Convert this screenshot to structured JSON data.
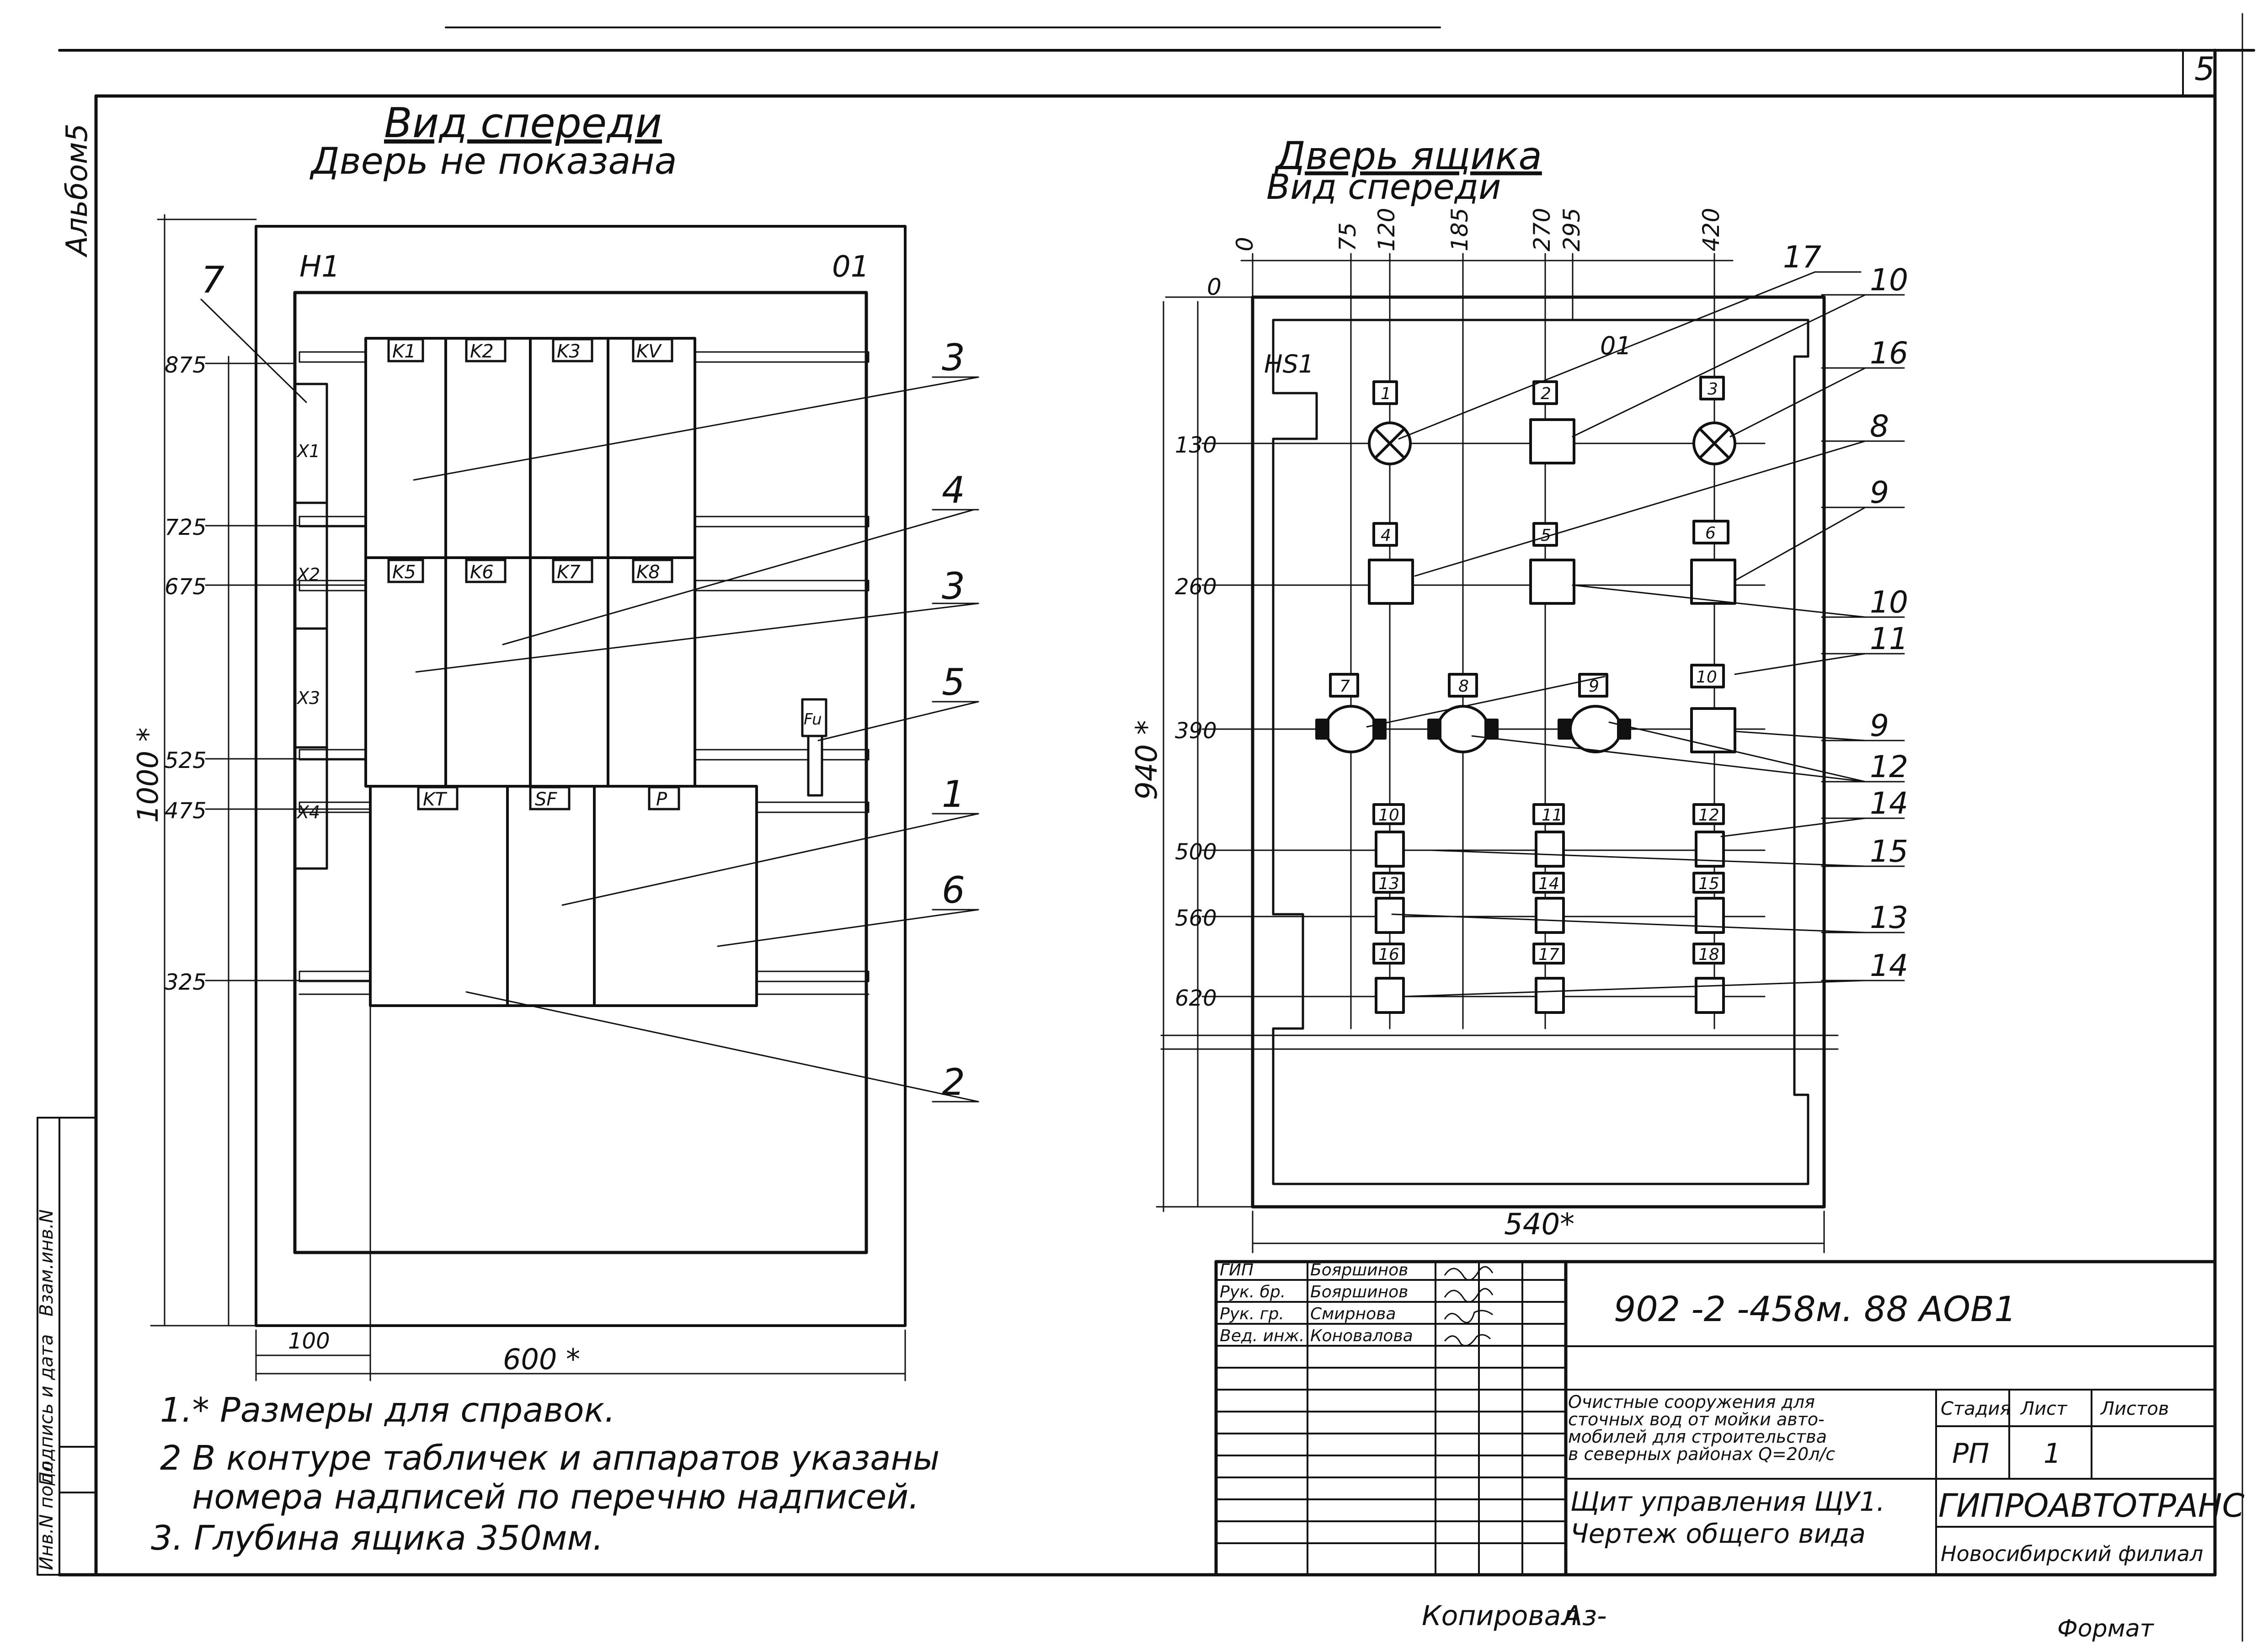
{
  "page_number": "5",
  "album_label": "Альбом5",
  "front_view": {
    "title": "Вид спереди",
    "subtitle": "Дверь не показана",
    "panel_tag_left": "H1",
    "panel_tag_right": "01",
    "callouts": [
      "7",
      "3",
      "4",
      "3",
      "5",
      "1",
      "6",
      "2"
    ],
    "relays": [
      "K1",
      "K2",
      "K3",
      "KV",
      "K5",
      "K6",
      "K7",
      "K8"
    ],
    "apparatus": [
      "KT",
      "SF",
      "P"
    ],
    "fuse": "Fu",
    "terminals": [
      "X1",
      "X2",
      "X3",
      "X4"
    ],
    "left_dims": [
      "875",
      "725",
      "675",
      "525",
      "475",
      "325"
    ],
    "height_dim": "1000 *",
    "bottom_dim_small": "100",
    "bottom_dim_total": "600 *"
  },
  "door_view": {
    "title": "Дверь ящика",
    "subtitle": "Вид спереди",
    "panel_tag": "HS1",
    "panel_tag2": "01",
    "top_dims": [
      "0",
      "75",
      "120",
      "185",
      "270",
      "295",
      "420"
    ],
    "origin_y": "0",
    "left_dims": [
      "130",
      "260",
      "390",
      "500",
      "560",
      "620"
    ],
    "height_dim": "940 *",
    "width_dim": "540*",
    "row1_labels": [
      "1",
      "2",
      "3"
    ],
    "row2_labels": [
      "4",
      "5",
      "6"
    ],
    "row3_labels": [
      "7",
      "8",
      "9",
      "10"
    ],
    "row4_labels": [
      "10",
      "11",
      "12"
    ],
    "row5_labels": [
      "13",
      "14",
      "15"
    ],
    "row6_labels": [
      "16",
      "17",
      "18"
    ],
    "callouts_right": [
      "17",
      "10",
      "16",
      "8",
      "9",
      "10",
      "11",
      "9",
      "12",
      "14",
      "15",
      "13",
      "14"
    ]
  },
  "notes": [
    "1.* Размеры для справок.",
    "2 В контуре табличек и аппаратов указаны",
    "номера надписей по перечню надписей.",
    "3. Глубина ящика   350мм."
  ],
  "side_stamp": [
    "Инв.N подл",
    "Подпись и дата",
    "Взам.инв.N"
  ],
  "title_block": {
    "roles": [
      "ГИП",
      "Рук. бр.",
      "Рук. гр.",
      "Вед. инж."
    ],
    "names": [
      "Бояршинов",
      "Бояршинов",
      "Смирнова",
      "Коновалова"
    ],
    "doc_code": "902 -2 -458м. 88   АОВ1",
    "object_lines": [
      "Очистные сооружения для",
      "сточных вод от мойки авто-",
      "мобилей для строительства",
      "в северных районах Q=20л/с"
    ],
    "drawing_lines": [
      "Щит управления ЩУ1.",
      "Чертеж общего вида"
    ],
    "col_headers": [
      "Стадия",
      "Лист",
      "Листов"
    ],
    "stage": "РП",
    "sheet": "1",
    "sheets": "",
    "org": "ГИПРОАВТОТРАНС",
    "branch": "Новосибирский филиал"
  },
  "copied_by": "Копировал",
  "copied_sign": "Аз-",
  "format_label": "Формат"
}
